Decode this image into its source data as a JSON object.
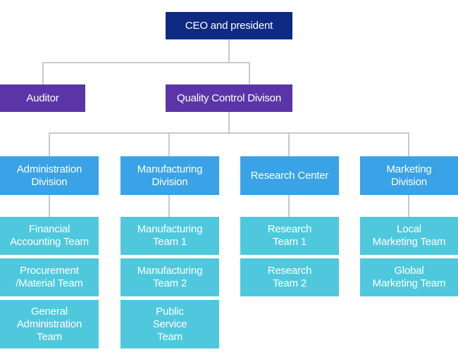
{
  "ceo": "CEO and president",
  "auditor": "Auditor",
  "quality": "Quality Control Divison",
  "divisions": [
    {
      "label": "Administration\nDivision",
      "teams": [
        "Financial\nAccounting Team",
        "Procurement\n/Material Team",
        "General\nAdministration\nTeam"
      ]
    },
    {
      "label": "Manufacturing\nDivision",
      "teams": [
        "Manufacturing\nTeam 1",
        "Manufacturing\nTeam 2",
        "Public\nService\nTeam"
      ]
    },
    {
      "label": "Research Center",
      "teams": [
        "Research\nTeam 1",
        "Research\nTeam 2"
      ]
    },
    {
      "label": "Marketing\nDivision",
      "teams": [
        "Local\nMarketing Team",
        "Global\nMarketing Team"
      ]
    }
  ],
  "colors": {
    "ceo": "#0f2a82",
    "purple": "#5b35a8",
    "division": "#3aa2e6",
    "team": "#4fc8dd",
    "connector": "#c9c9c9"
  }
}
